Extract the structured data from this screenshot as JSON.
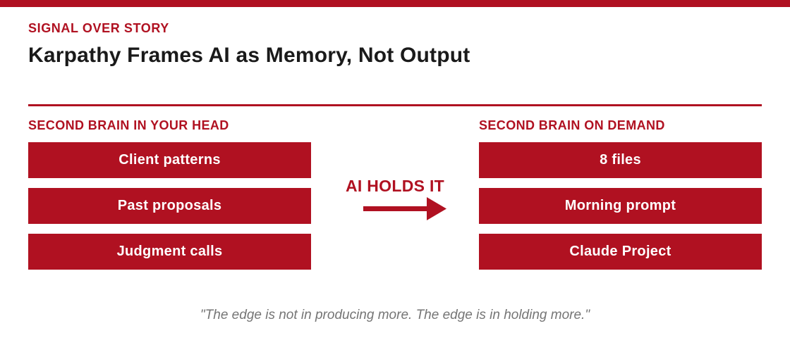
{
  "colors": {
    "accent": "#B01121",
    "title": "#1A1A1A",
    "quote": "#757575",
    "box_text": "#FFFFFF"
  },
  "header": {
    "kicker": "SIGNAL OVER STORY",
    "title": "Karpathy Frames AI as Memory, Not Output"
  },
  "comparison": {
    "left": {
      "heading": "SECOND BRAIN IN YOUR HEAD",
      "items": [
        "Client patterns",
        "Past proposals",
        "Judgment calls"
      ]
    },
    "center": {
      "label": "AI HOLDS IT",
      "arrow_icon": "right-arrow"
    },
    "right": {
      "heading": "SECOND BRAIN ON DEMAND",
      "items": [
        "8 files",
        "Morning prompt",
        "Claude Project"
      ]
    }
  },
  "footer": {
    "quote": "\"The edge is not in producing more. The edge is in holding more.\""
  }
}
